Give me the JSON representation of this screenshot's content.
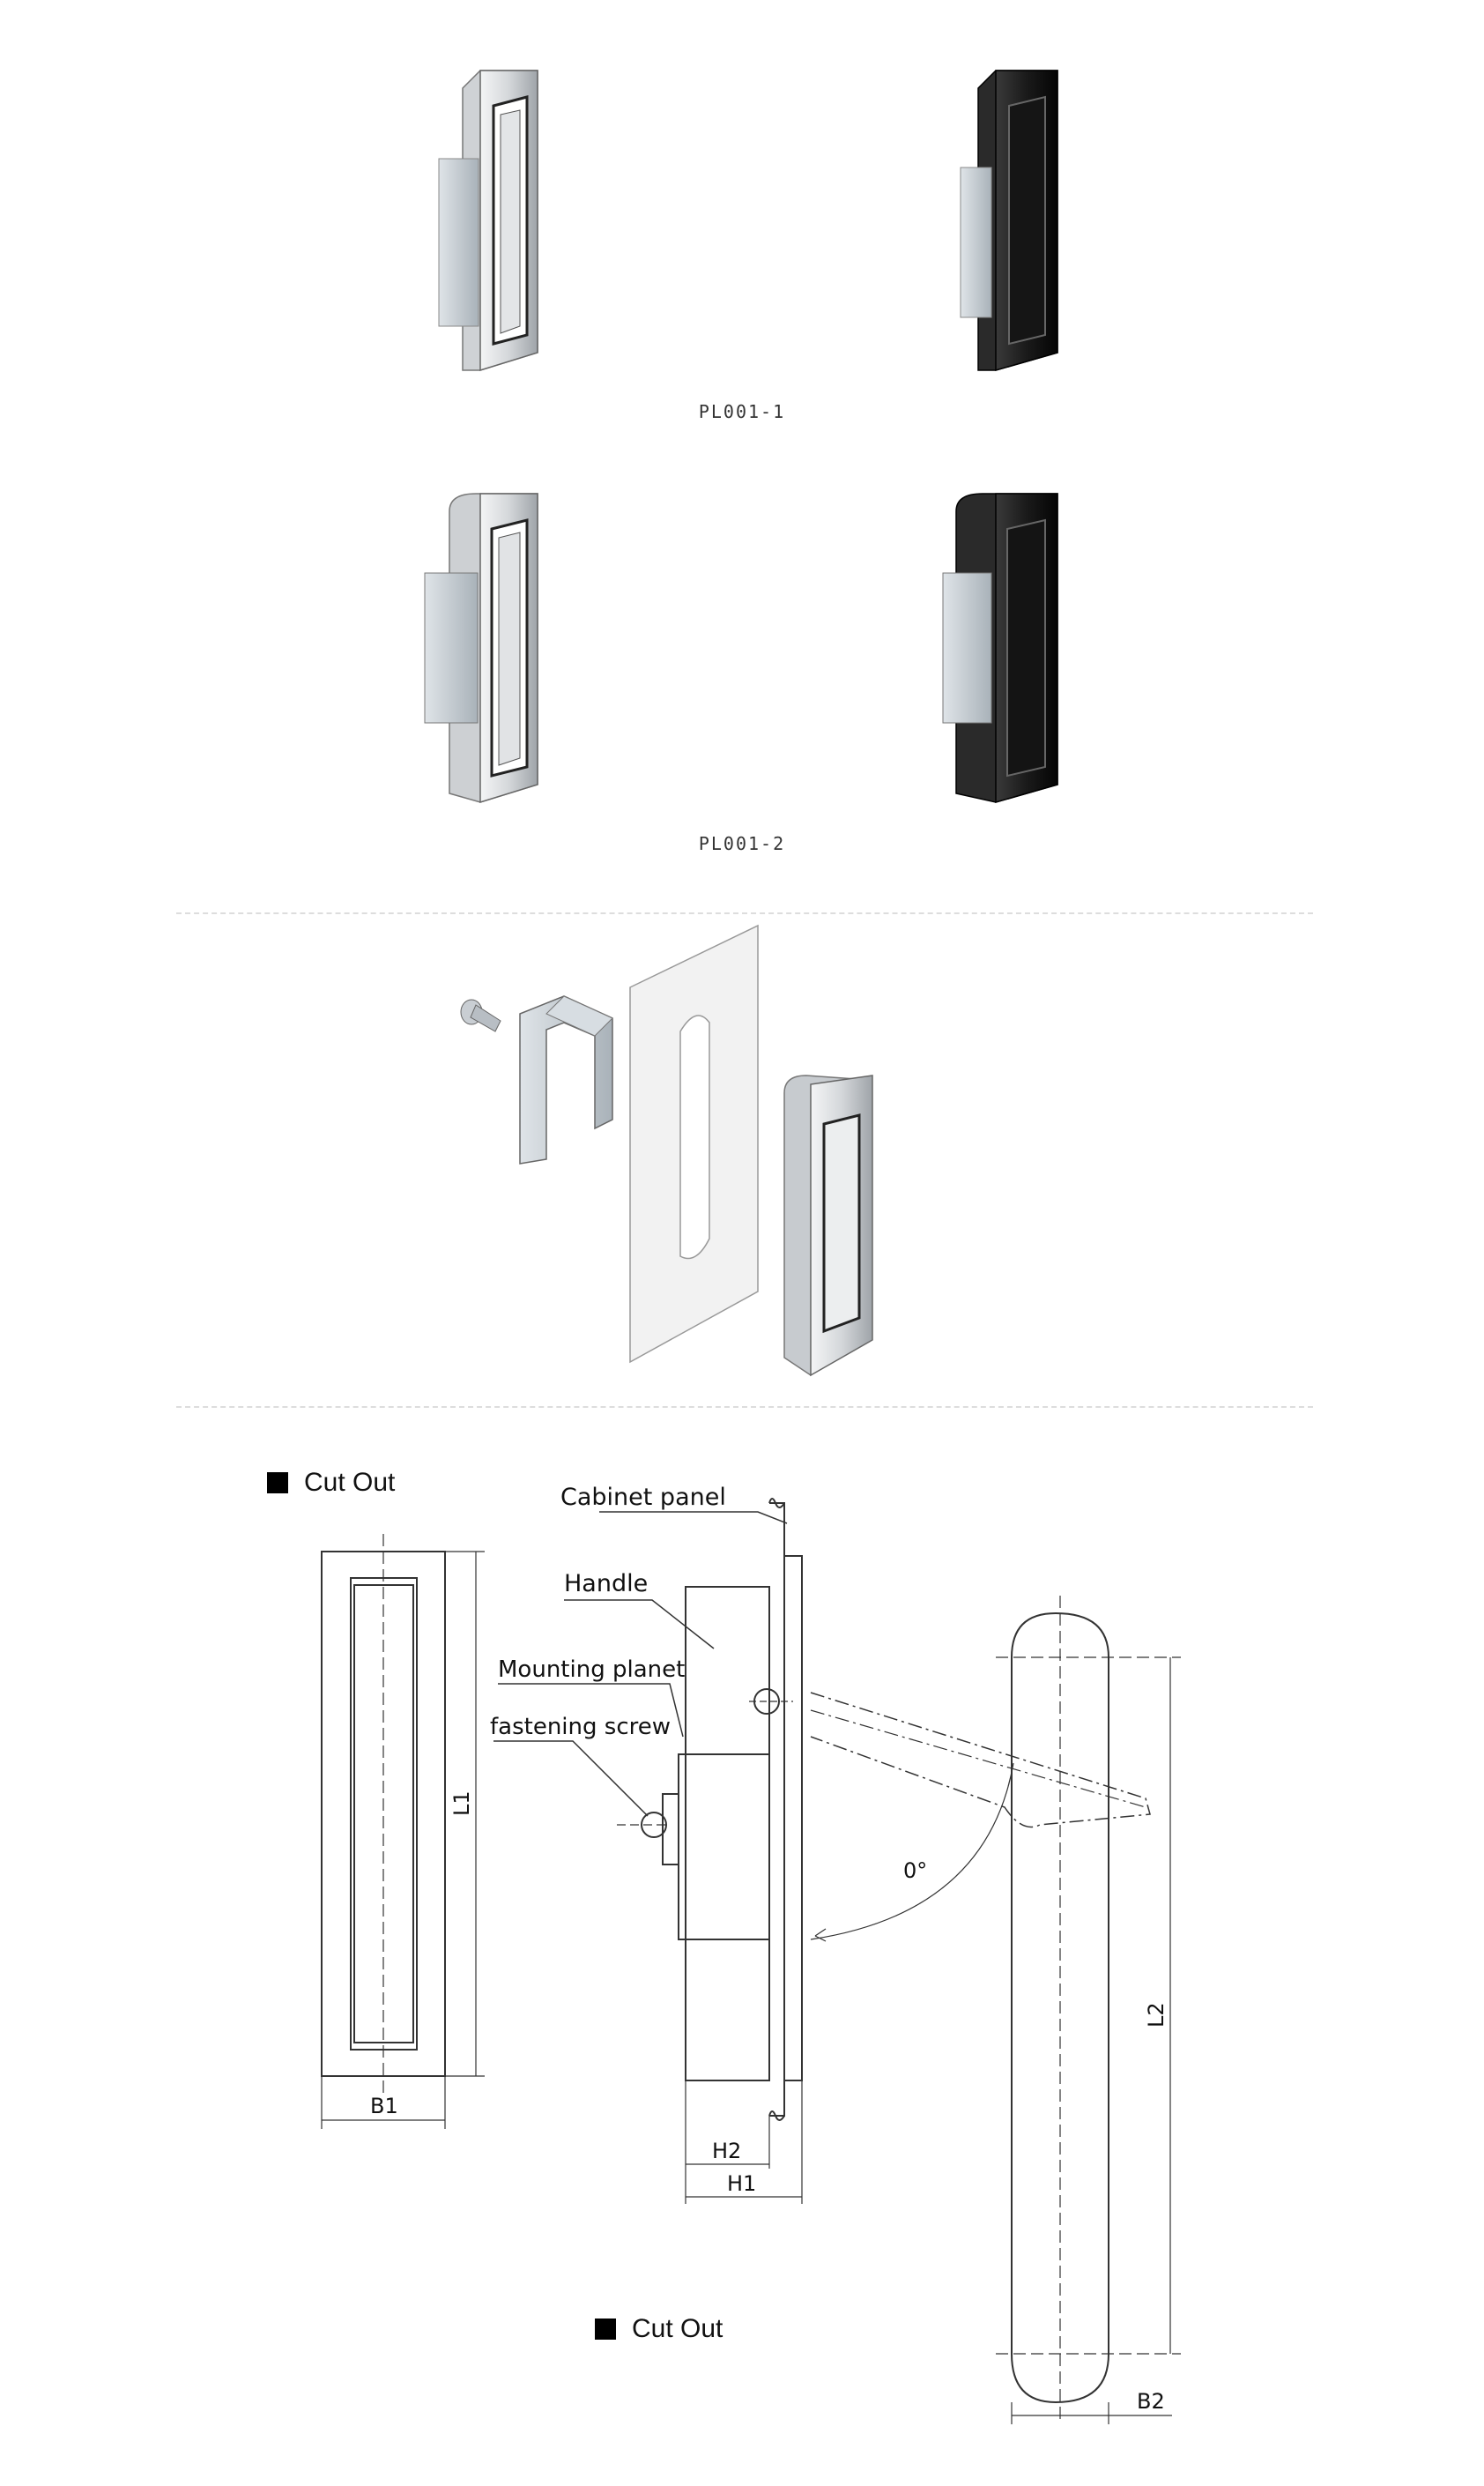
{
  "products": {
    "row1_label": "PL001-1",
    "row2_label": "PL001-2"
  },
  "drawing": {
    "cutout_label_1": "Cut Out",
    "cutout_label_2": "Cut Out",
    "callouts": {
      "cabinet_panel": "Cabinet panel",
      "handle": "Handle",
      "mounting_planet": "Mounting planet",
      "fastening_screw": "fastening screw"
    },
    "dimensions": {
      "l1": "L1",
      "b1": "B1",
      "h1": "H1",
      "h2": "H2",
      "l2": "L2",
      "b2": "B2",
      "angle": "0°"
    }
  },
  "colors": {
    "chrome": "#d8dadc",
    "black_finish": "#1c1c1c",
    "zinc": "#b9c2c8",
    "line": "#333333"
  }
}
